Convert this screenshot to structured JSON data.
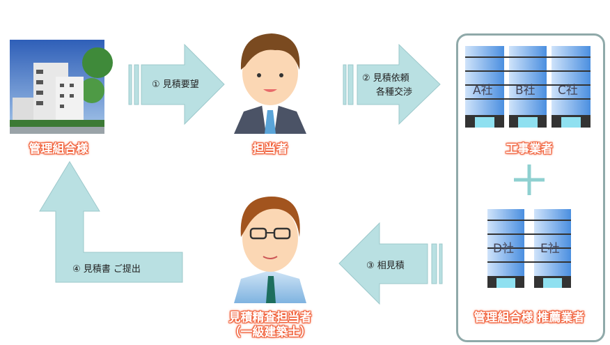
{
  "labels": {
    "client": "管理組合様",
    "staff": "担当者",
    "contractors": "工事業者",
    "reviewer_line1": "見積精査担当者",
    "reviewer_line2": "（一級建築士）",
    "recommended": "管理組合様 推薦業者"
  },
  "steps": {
    "step1": "① 見積要望",
    "step2_line1": "② 見積依頼",
    "step2_line2": "各種交渉",
    "step3": "③ 相見積",
    "step4": "④ 見積書 ご提出"
  },
  "companies": [
    "A社",
    "B社",
    "C社",
    "D社",
    "E社"
  ],
  "colors": {
    "arrow": "#b9e0e2",
    "label_outline": "#f0603a",
    "box_border": "#8fa9a9",
    "plus": "#8fd0d0"
  }
}
